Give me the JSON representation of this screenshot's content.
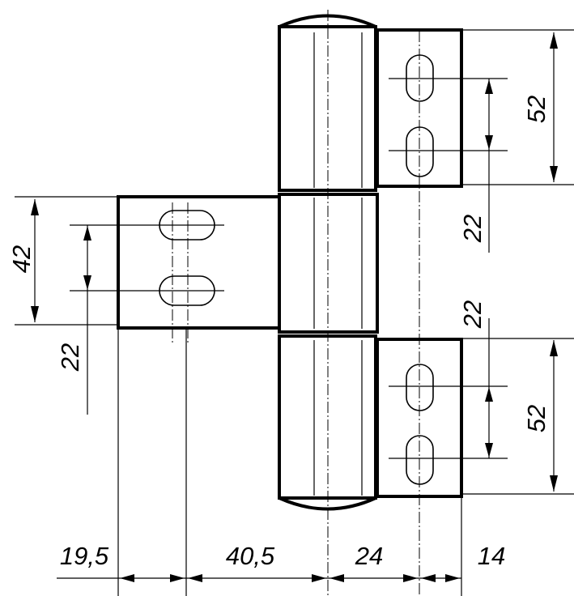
{
  "dimensions": {
    "top_leaf_height": "52",
    "top_hole_pitch": "22",
    "bottom_hole_pitch_upper": "22",
    "bottom_leaf_height": "52",
    "left_leaf_height": "42",
    "left_hole_pitch": "22",
    "offset_left": "19,5",
    "offset_center": "40,5",
    "offset_barrel": "24",
    "offset_right": "14"
  }
}
